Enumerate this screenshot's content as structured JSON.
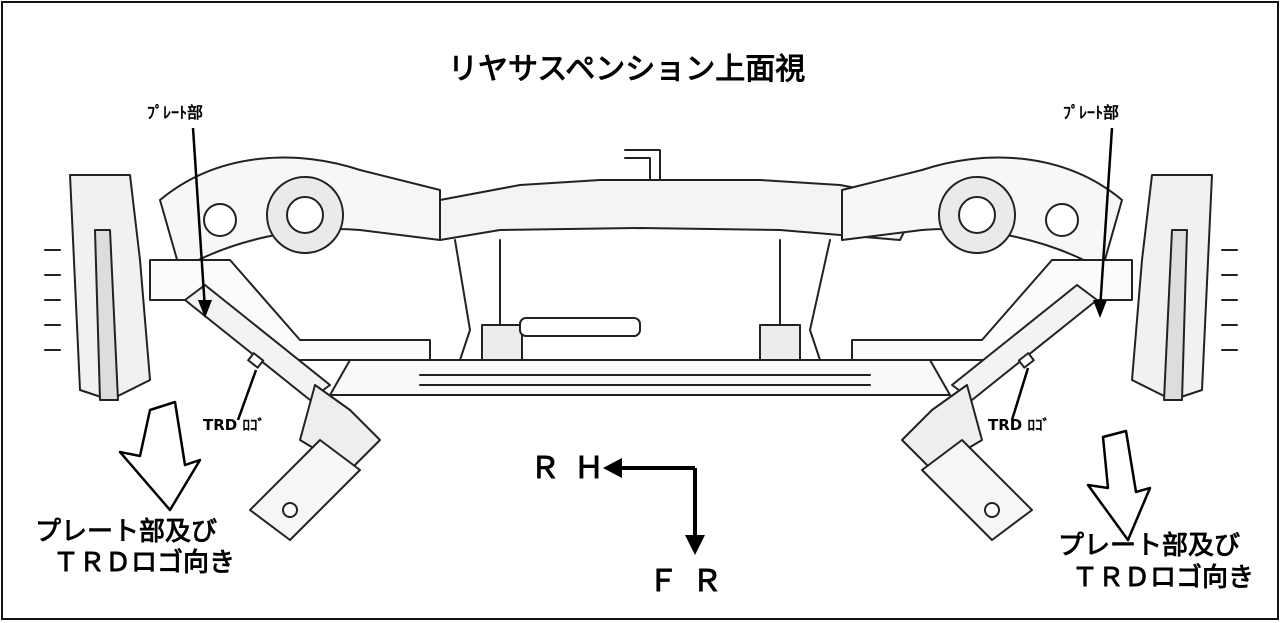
{
  "title": "リヤサスペンション上面視",
  "labels": {
    "plate_left": "ﾌﾟﾚｰﾄ部",
    "plate_right": "ﾌﾟﾚｰﾄ部",
    "trd_left": "TRD ﾛｺﾞ",
    "trd_right": "TRD ﾛｺﾞ",
    "orientation_left_line1": "プレート部及び",
    "orientation_left_line2": "ＴＲＤロゴ向き",
    "orientation_right_line1": "プレート部及び",
    "orientation_right_line2": "ＴＲＤロゴ向き"
  },
  "directions": {
    "rh": "ＲＨ",
    "fr": "ＦＲ"
  }
}
